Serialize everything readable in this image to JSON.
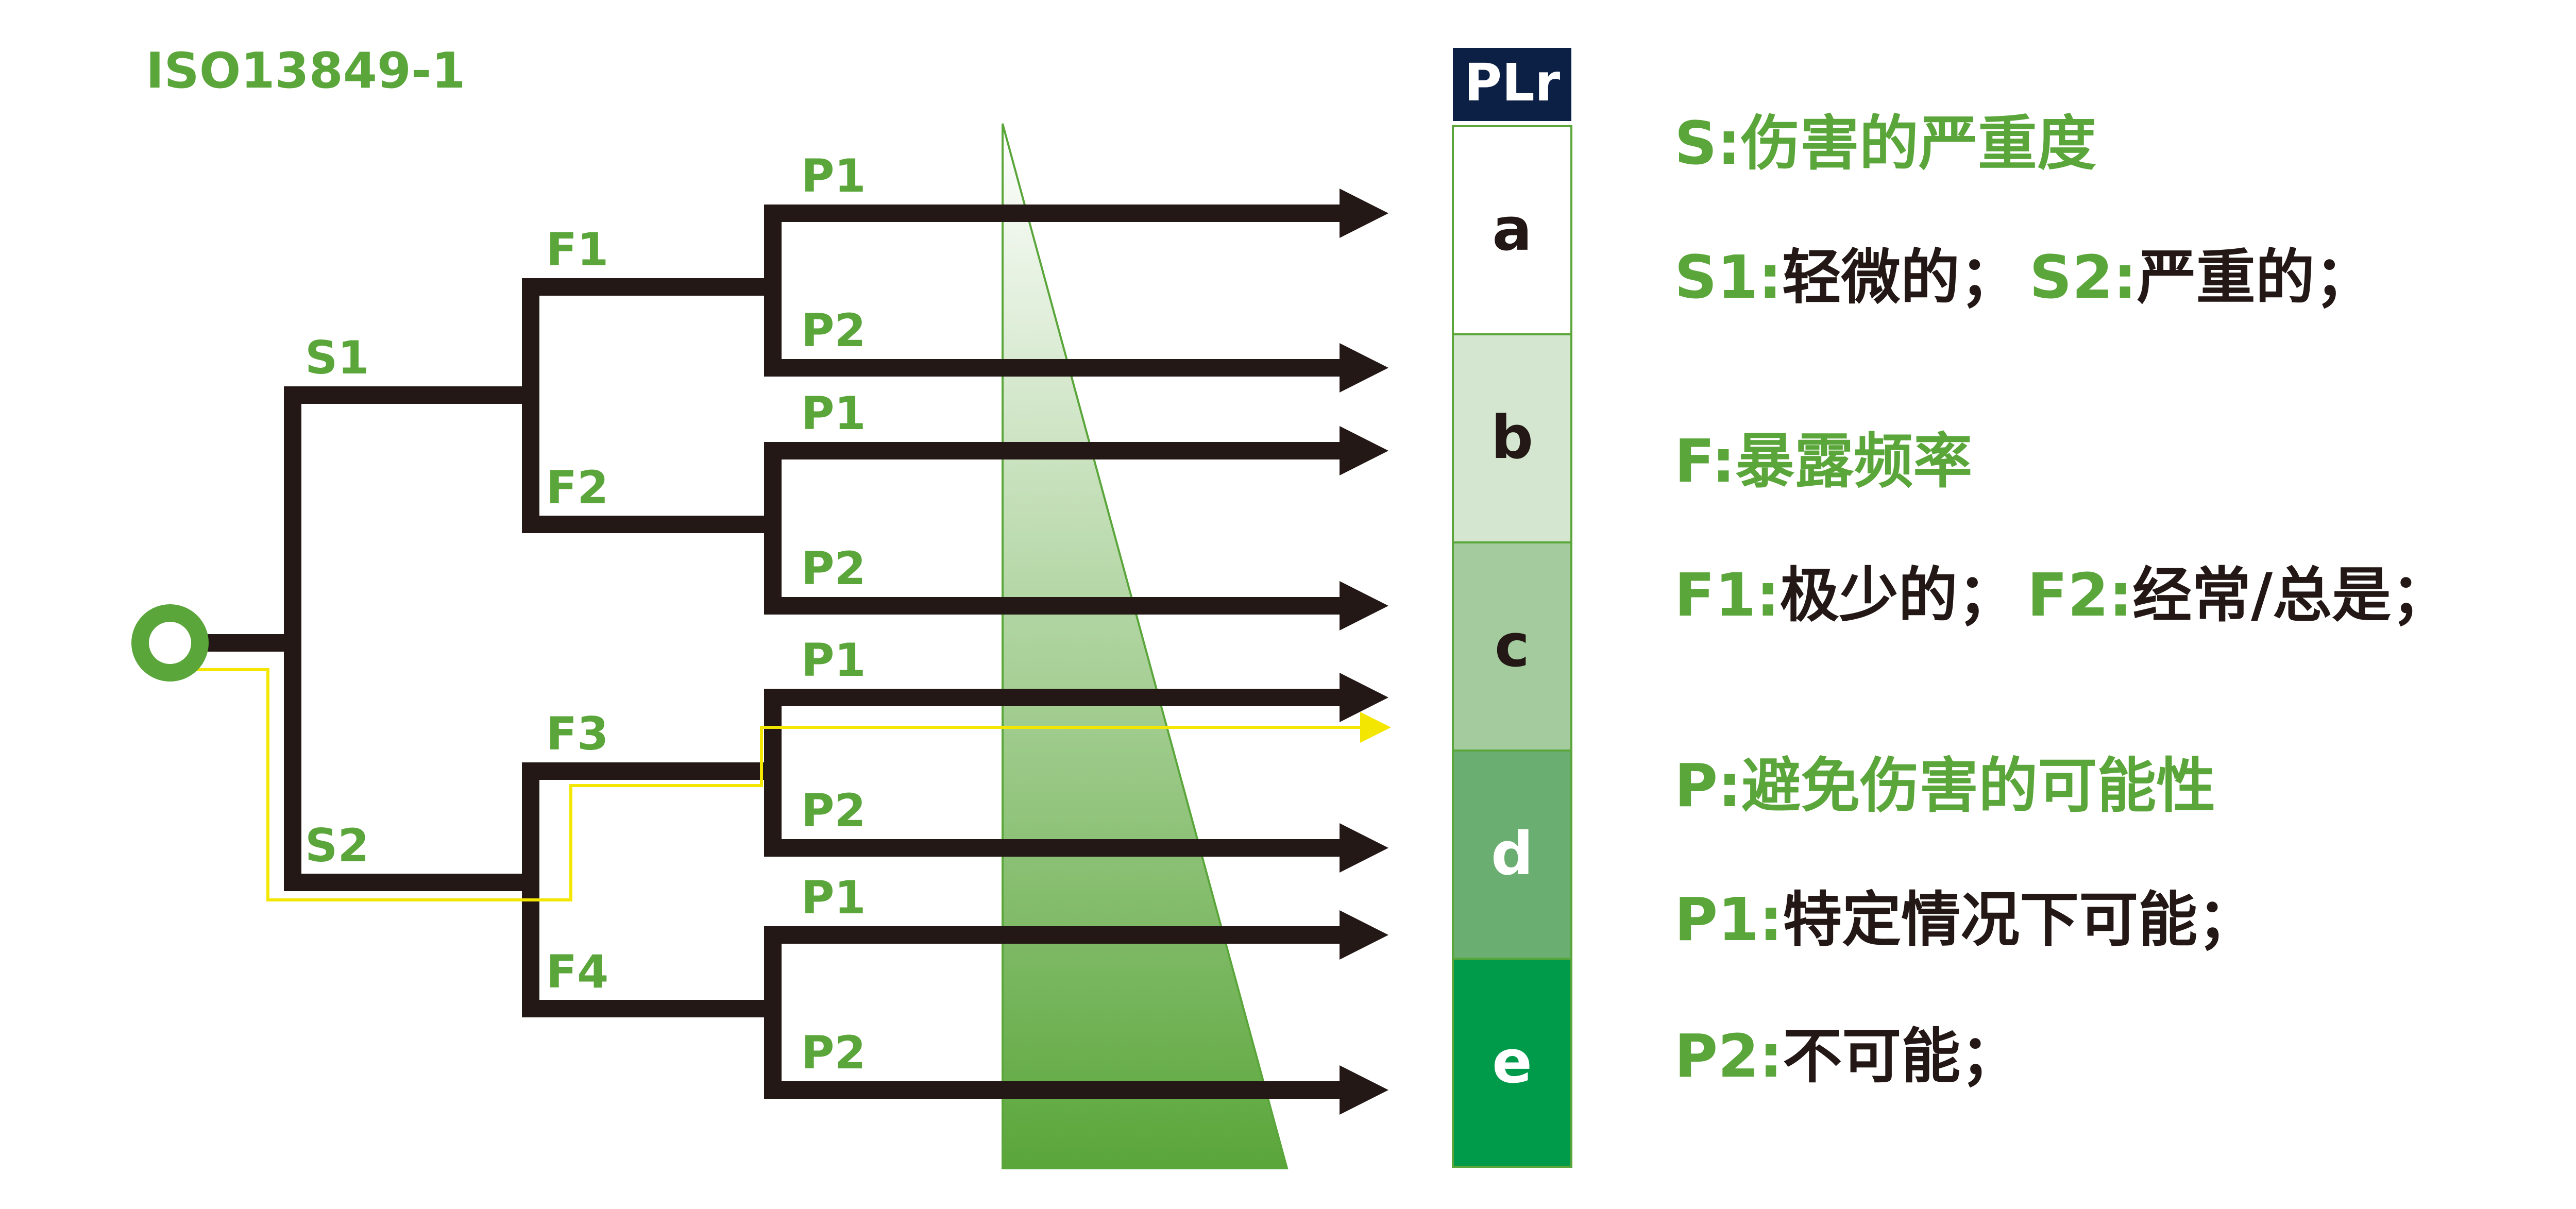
{
  "standard": "ISO13849-1",
  "colors": {
    "accent_green": "#5aa63a",
    "line_black": "#231815",
    "path_yellow": "#f3e600",
    "plr_header": "#0c1f44"
  },
  "tree": {
    "S1": "S1",
    "S2": "S2",
    "F1": "F1",
    "F2": "F2",
    "F3": "F3",
    "F4": "F4",
    "P1": "P1",
    "P2": "P2"
  },
  "plr": {
    "header": "PLr",
    "levels": [
      {
        "label": "a",
        "color": "#ffffff",
        "text_color": "#231815"
      },
      {
        "label": "b",
        "color": "#d4e6cf",
        "text_color": "#231815"
      },
      {
        "label": "c",
        "color": "#a3cb9e",
        "text_color": "#231815"
      },
      {
        "label": "d",
        "color": "#6aae72",
        "text_color": "#ffffff"
      },
      {
        "label": "e",
        "color": "#009a4b",
        "text_color": "#ffffff"
      }
    ]
  },
  "legend": {
    "s_title": "S:伤害的严重度",
    "s1_code": "S1:",
    "s1_text": "轻微的；",
    "s2_code": "S2:",
    "s2_text": "严重的；",
    "f_title": "F:暴露频率",
    "f1_code": "F1:",
    "f1_text": "极少的；",
    "f2_code": "F2:",
    "f2_text": "经常/总是；",
    "p_title": "P:避免伤害的可能性",
    "p1_code": "P1:",
    "p1_text": "特定情况下可能；",
    "p2_code": "P2:",
    "p2_text": "不可能；"
  }
}
